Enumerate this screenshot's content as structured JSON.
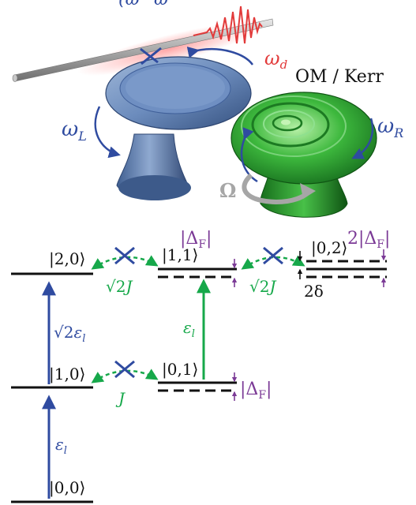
{
  "top": {
    "cut_formula": "(ω−ω",
    "omega_d": "ωd",
    "omega_l": "ωL",
    "omega_r": "ωR",
    "om_kerr": "OM / Kerr",
    "rotation": "Ω"
  },
  "levels": {
    "l00": "|0,0⟩",
    "l10": "|1,0⟩",
    "l20": "|2,0⟩",
    "l01": "|0,1⟩",
    "l11": "|1,1⟩",
    "l02": "|0,2⟩"
  },
  "couplings": {
    "j": "J",
    "sqrt2j_a": "√2J",
    "sqrt2j_b": "√2J"
  },
  "drives": {
    "eps_low": "εl",
    "eps_mid": "√2εl",
    "eps_green": "εl"
  },
  "shifts": {
    "delta_f_a": "|ΔF|",
    "delta_f_b": "|ΔF|",
    "two_delta_f": "2|ΔF|",
    "two_delta": "2δ"
  },
  "colors": {
    "blue": "#2f4ba0",
    "green": "#16a84a",
    "purple": "#7b3a96",
    "red": "#e23a3a",
    "blue_resonator": "#5b7fb3",
    "green_resonator": "#2f9a2f"
  }
}
